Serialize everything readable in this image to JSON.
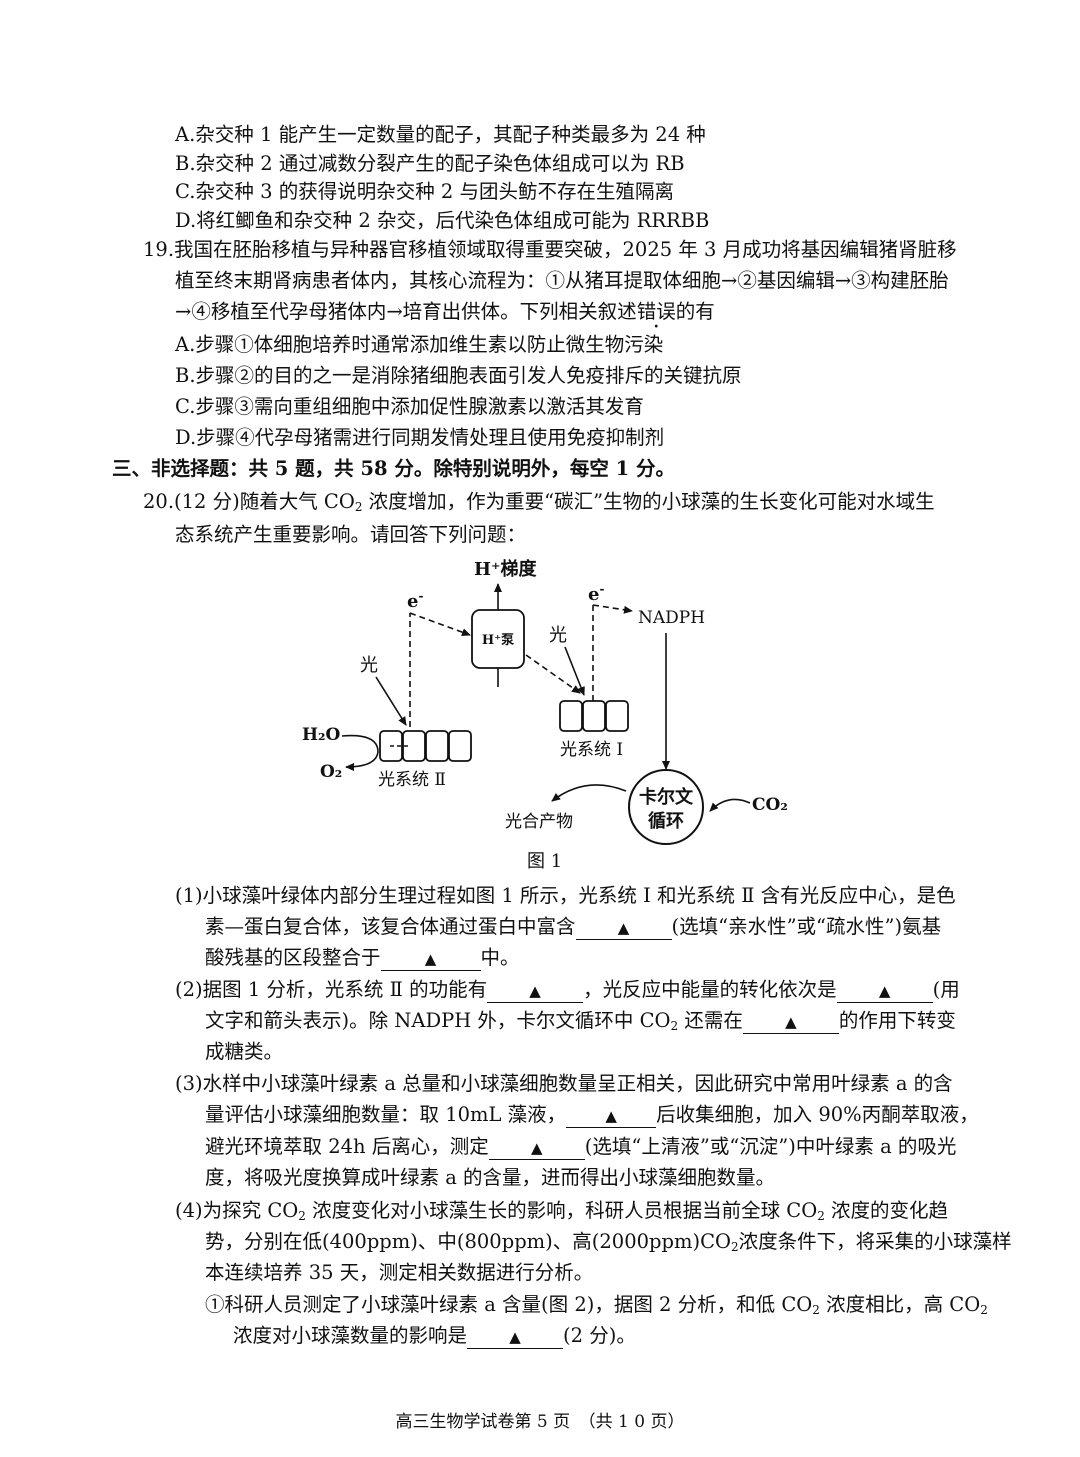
{
  "q18": {
    "options": [
      "A.杂交种 1 能产生一定数量的配子，其配子种类最多为 24 种",
      "B.杂交种 2 通过减数分裂产生的配子染色体组成可以为 RB",
      "C.杂交种 3 的获得说明杂交种 2 与团头鲂不存在生殖隔离",
      "D.将红鲫鱼和杂交种 2 杂交，后代染色体组成可能为 RRRBB"
    ]
  },
  "q19": {
    "stem_line1": "19.我国在胚胎移植与异种器官移植领域取得重要突破，2025 年 3 月成功将基因编辑猪肾脏移",
    "stem_line2": "植至终末期肾病患者体内，其核心流程为：①从猪耳提取体细胞→②基因编辑→③构建胚胎",
    "stem_line3_a": "→④移植至代孕母猪体内→培育出供体。下列相关叙述",
    "stem_line3_emph": "错误",
    "stem_line3_b": "的有",
    "options": [
      "A.步骤①体细胞培养时通常添加维生素以防止微生物污染",
      "B.步骤②的目的之一是消除猪细胞表面引发人免疫排斥的关键抗原",
      "C.步骤③需向重组细胞中添加促性腺激素以激活其发育",
      "D.步骤④代孕母猪需进行同期发情处理且使用免疫抑制剂"
    ]
  },
  "section3": {
    "heading": "三、非选择题：共 5 题，共 58 分。除特别说明外，每空 1 分。"
  },
  "q20": {
    "intro_line1_a": "20.(12 分)随着大气 CO",
    "intro_line1_b": " 浓度增加，作为重要“碳汇”生物的小球藻的生长变化可能对水域生",
    "intro_line2": "态系统产生重要影响。请回答下列问题：",
    "blank_mark": "▲",
    "p1_line1": "(1)小球藻叶绿体内部分生理过程如图 1 所示，光系统 Ⅰ 和光系统 Ⅱ 含有光反应中心，是色",
    "p1_line2_a": "素—蛋白复合体，该复合体通过蛋白中富含",
    "p1_line2_b": "(选填“亲水性”或“疏水性”)氨基",
    "p1_line3_a": "酸残基的区段整合于",
    "p1_line3_b": "中。",
    "p2_line1_a": "(2)据图 1 分析，光系统 Ⅱ 的功能有",
    "p2_line1_b": "，光反应中能量的转化依次是",
    "p2_line1_c": "(用",
    "p2_line2_a": "文字和箭头表示)。除 NADPH 外，卡尔文循环中 CO",
    "p2_line2_b": " 还需在",
    "p2_line2_c": "的作用下转变",
    "p2_line3": "成糖类。",
    "p3_line1": "(3)水样中小球藻叶绿素 a 总量和小球藻细胞数量呈正相关，因此研究中常用叶绿素 a 的含",
    "p3_line2_a": "量评估小球藻细胞数量：取 10mL 藻液，",
    "p3_line2_b": "后收集细胞，加入 90%丙酮萃取液，",
    "p3_line3_a": "避光环境萃取 24h 后离心，测定",
    "p3_line3_b": "(选填“上清液”或“沉淀”)中叶绿素 a 的吸光",
    "p3_line4": "度，将吸光度换算成叶绿素 a 的含量，进而得出小球藻细胞数量。",
    "p4_line1_a": "(4)为探究 CO",
    "p4_line1_b": " 浓度变化对小球藻生长的影响，科研人员根据当前全球 CO",
    "p4_line1_c": " 浓度的变化趋",
    "p4_line2_a": "势，分别在低(400ppm)、中(800ppm)、高(2000ppm)CO",
    "p4_line2_b": "浓度条件下，将采集的小球藻样",
    "p4_line3": "本连续培养 35 天，测定相关数据进行分析。",
    "p4_sub1_line1_a": "①科研人员测定了小球藻叶绿素 a 含量(图 2)，据图 2 分析，和低 CO",
    "p4_sub1_line1_b": " 浓度相比，高 CO",
    "p4_sub1_line2_a": "浓度对小球藻数量的影响是",
    "p4_sub1_line2_b": "(2 分)。",
    "sub_2": "2"
  },
  "figure1": {
    "caption": "图 1",
    "h_gradient": "H⁺梯度",
    "h_pump": "H⁺泵",
    "electron": "e",
    "electron_sup": "-",
    "light": "光",
    "nadph": "NADPH",
    "h2o": "H₂O",
    "o2": "O₂",
    "ps2": "光系统 Ⅱ",
    "ps1": "光系统 Ⅰ",
    "calvin_1": "卡尔文",
    "calvin_2": "循环",
    "co2": "CO₂",
    "product": "光合产物"
  },
  "footer": "高三生物学试卷第 5 页　（共 1 0 页）"
}
